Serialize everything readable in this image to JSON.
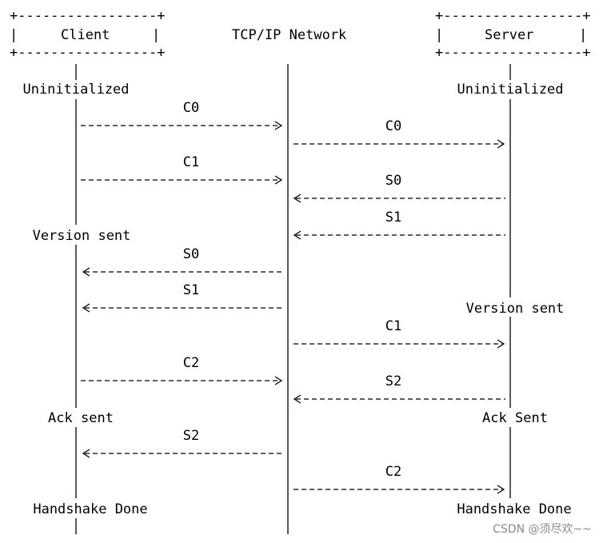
{
  "chart_data": {
    "type": "sequence",
    "participants": [
      {
        "id": "client",
        "label": "Client",
        "boxed": true
      },
      {
        "id": "network",
        "label": "TCP/IP Network",
        "boxed": false
      },
      {
        "id": "server",
        "label": "Server",
        "boxed": true
      }
    ],
    "messages": [
      {
        "label": "C0",
        "from": "client",
        "to": "network"
      },
      {
        "label": "C0",
        "from": "network",
        "to": "server"
      },
      {
        "label": "C1",
        "from": "client",
        "to": "network"
      },
      {
        "label": "S0",
        "from": "server",
        "to": "network"
      },
      {
        "label": "S1",
        "from": "server",
        "to": "network"
      },
      {
        "label": "S0",
        "from": "network",
        "to": "client"
      },
      {
        "label": "S1",
        "from": "network",
        "to": "client"
      },
      {
        "label": "C1",
        "from": "network",
        "to": "server"
      },
      {
        "label": "C2",
        "from": "client",
        "to": "network"
      },
      {
        "label": "S2",
        "from": "server",
        "to": "network"
      },
      {
        "label": "S2",
        "from": "network",
        "to": "client"
      },
      {
        "label": "C2",
        "from": "network",
        "to": "server"
      }
    ],
    "states": [
      {
        "label": "Uninitialized",
        "participant": "client"
      },
      {
        "label": "Uninitialized",
        "participant": "server"
      },
      {
        "label": "Version sent",
        "participant": "client"
      },
      {
        "label": "Version sent",
        "participant": "server"
      },
      {
        "label": "Ack sent",
        "participant": "client"
      },
      {
        "label": "Ack Sent",
        "participant": "server"
      },
      {
        "label": "Handshake Done",
        "participant": "client"
      },
      {
        "label": "Handshake Done",
        "participant": "server"
      }
    ]
  },
  "watermark": "CSDN @须尽欢~~"
}
